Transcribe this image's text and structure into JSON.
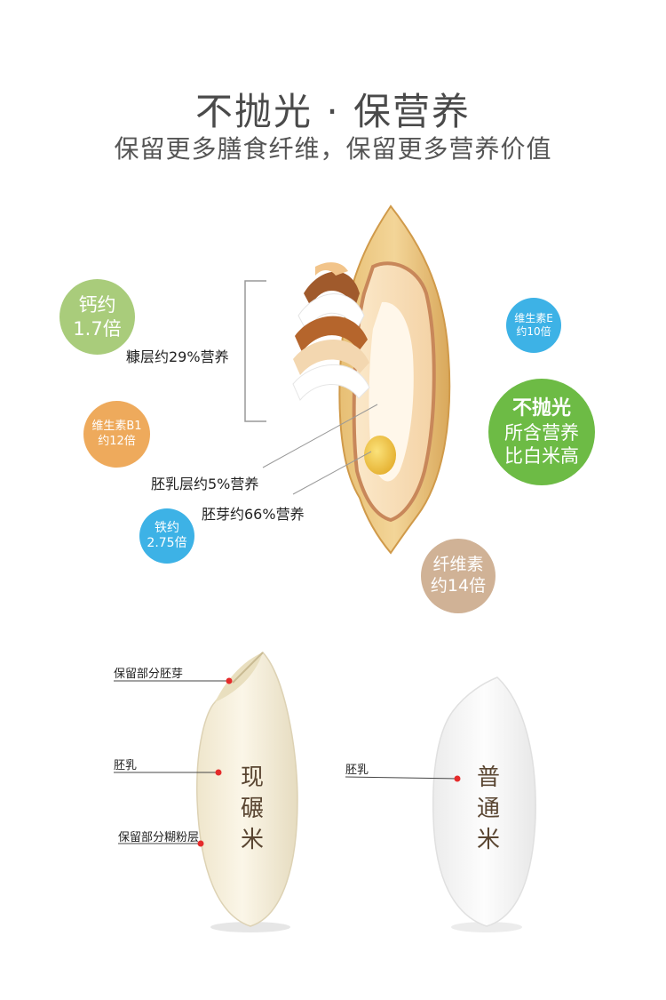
{
  "header": {
    "title": "不抛光 · 保营养",
    "subtitle": "保留更多膳食纤维，保留更多营养价值"
  },
  "bubbles": {
    "calcium": {
      "line1": "钙约",
      "line2": "1.7倍",
      "color": "#a9cc7b"
    },
    "vitamin_b1": {
      "line1": "维生素B1",
      "line2": "约12倍",
      "color": "#eeaa5c"
    },
    "iron": {
      "line1": "铁约",
      "line2": "2.75倍",
      "color": "#3db2e6"
    },
    "vitamin_e": {
      "line1": "维生素E",
      "line2": "约10倍",
      "color": "#3db2e6"
    },
    "unpolished": {
      "line1": "不抛光",
      "line2": "所含营养",
      "line3": "比白米高",
      "color": "#6dbb45"
    },
    "fiber": {
      "line1": "纤维素",
      "line2": "约14倍",
      "color": "#d0b296"
    }
  },
  "grain_labels": {
    "bran": "糠层约29%营养",
    "endosperm": "胚乳层约5%营养",
    "germ": "胚芽约66%营养"
  },
  "fresh_rice": {
    "name": "现碾米",
    "germ_label": "保留部分胚芽",
    "endosperm_label": "胚乳",
    "aleurone_label": "保留部分糊粉层"
  },
  "regular_rice": {
    "name": "普通米",
    "endosperm_label": "胚乳"
  }
}
